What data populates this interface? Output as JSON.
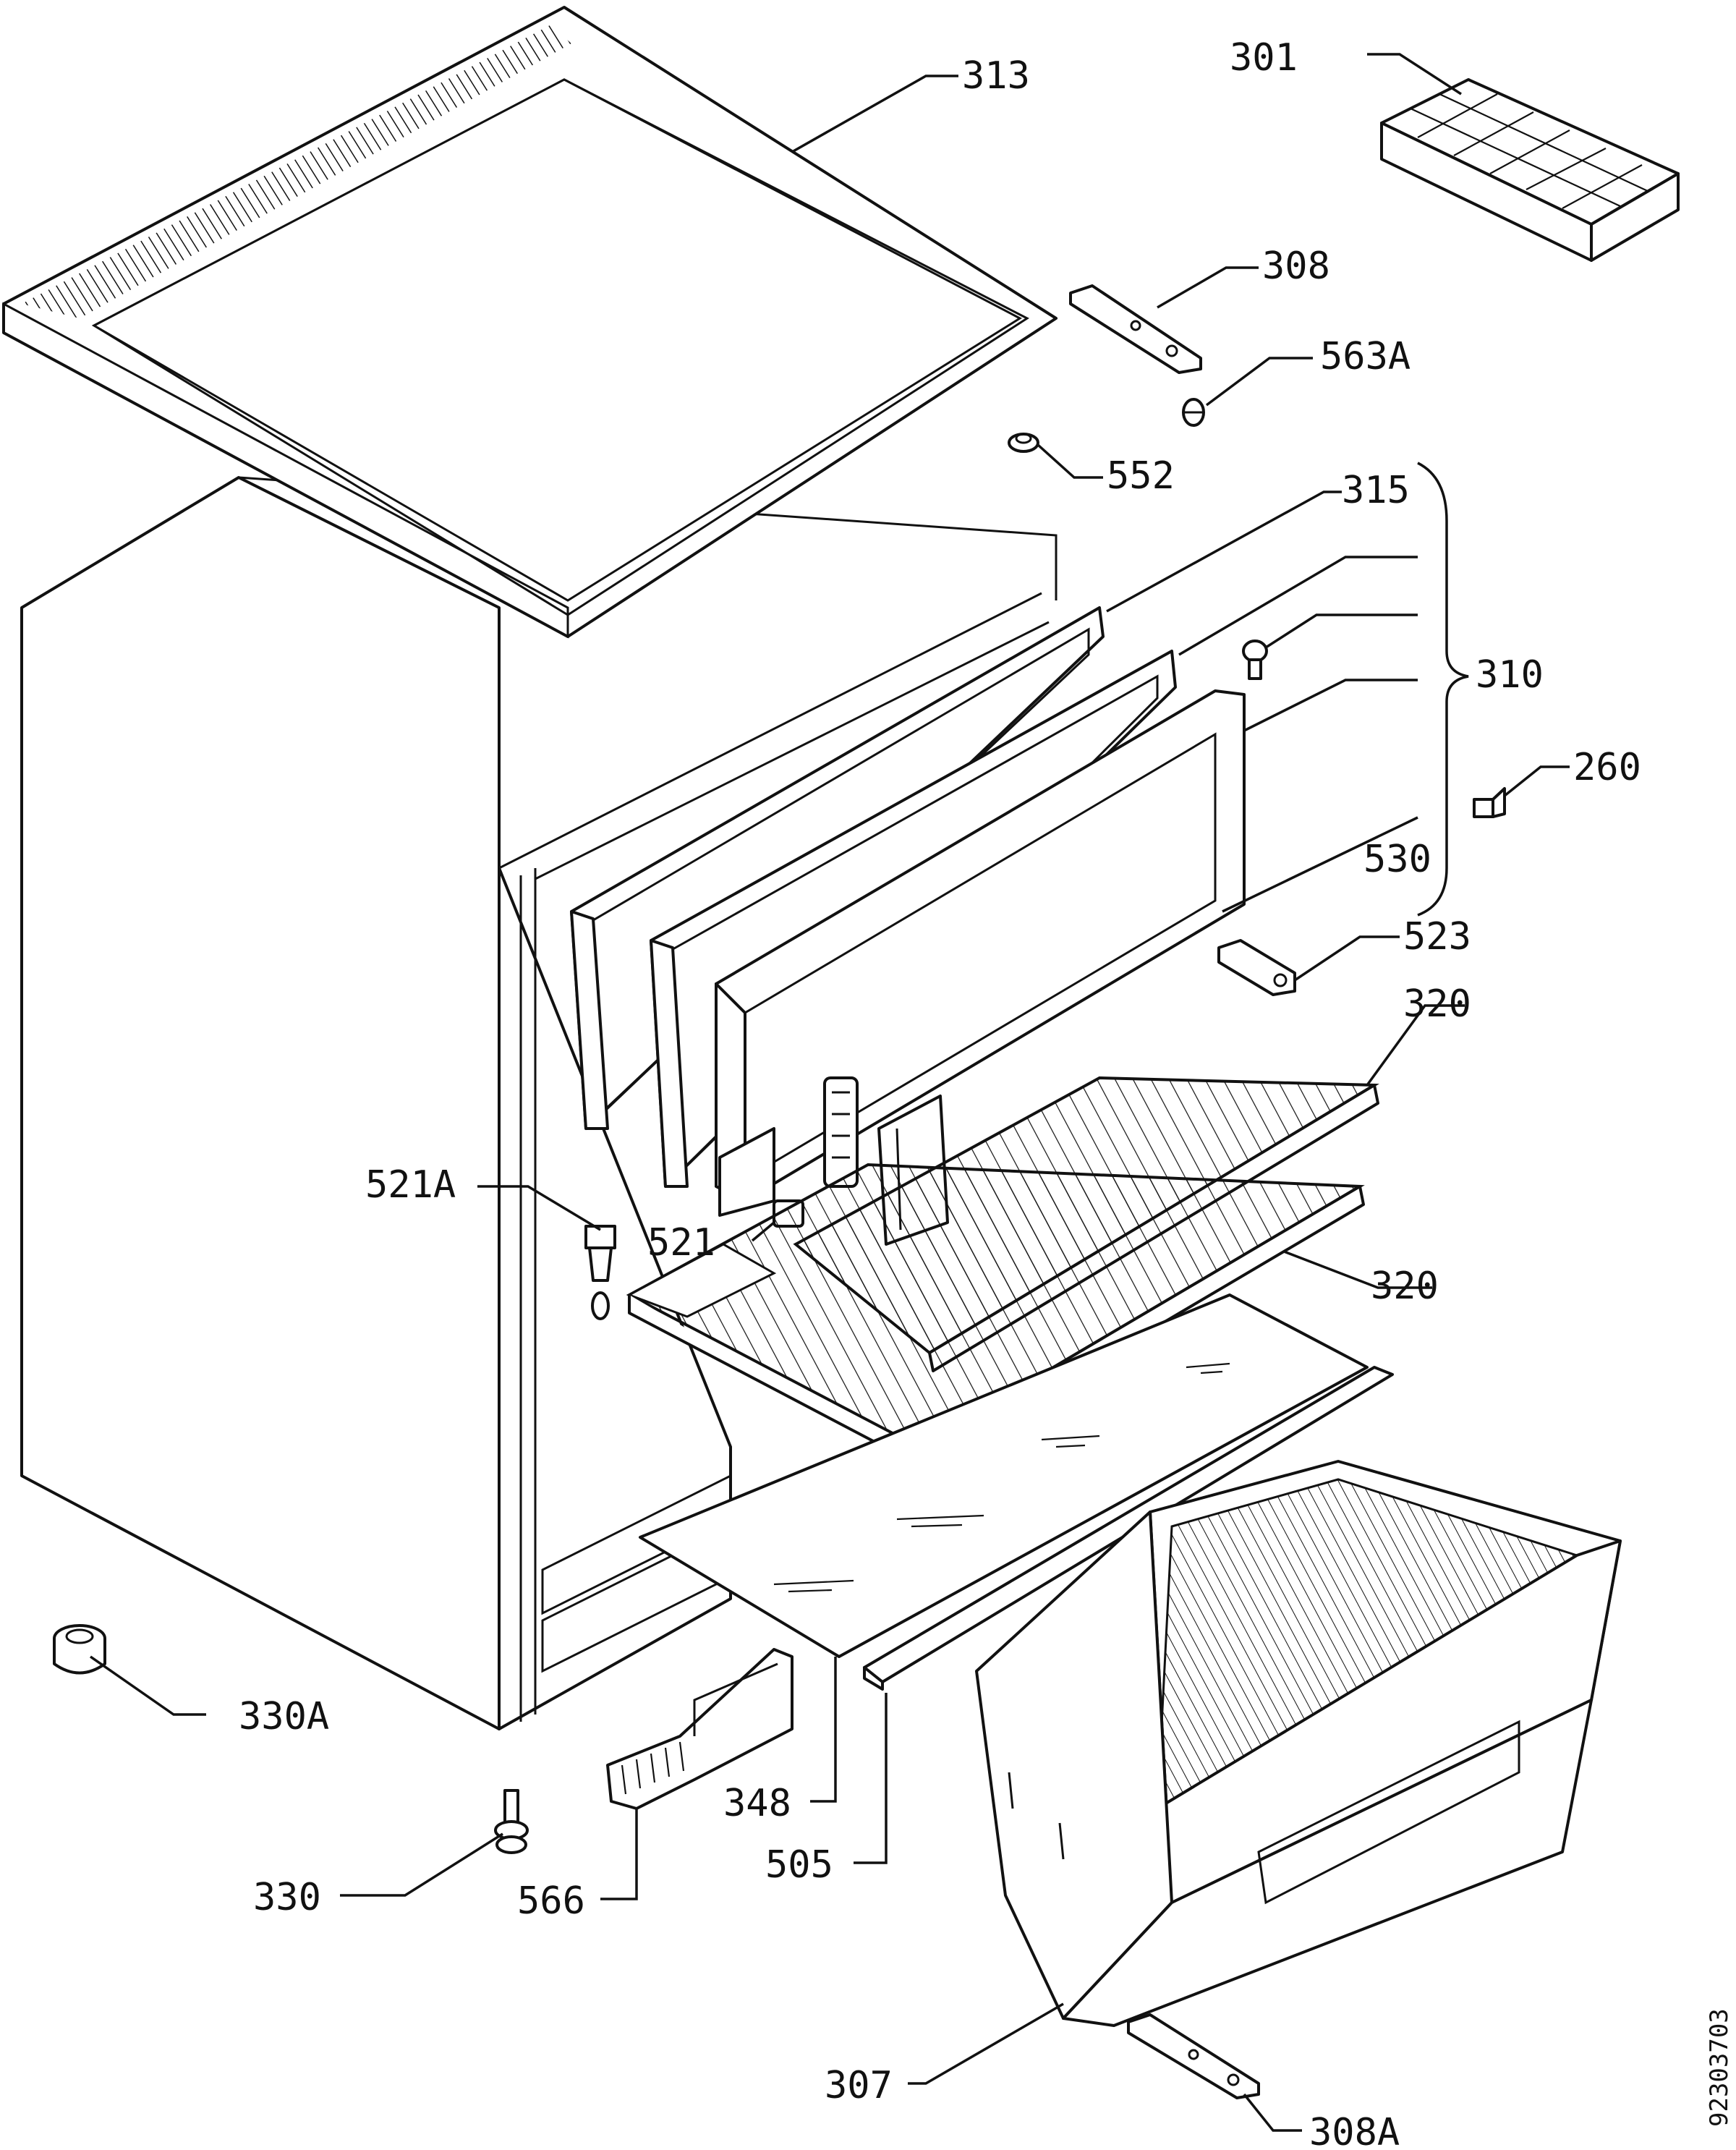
{
  "labels": {
    "p313": "313",
    "p301": "301",
    "p308": "308",
    "p563A": "563A",
    "p552": "552",
    "p315": "315",
    "p310": "310",
    "p260": "260",
    "p530": "530",
    "p523": "523",
    "p320a": "320",
    "p320b": "320",
    "p521A": "521A",
    "p521": "521",
    "p330A": "330A",
    "p330": "330",
    "p566": "566",
    "p348": "348",
    "p505": "505",
    "p307": "307",
    "p308A": "308A"
  },
  "drawing_code": "92303703"
}
